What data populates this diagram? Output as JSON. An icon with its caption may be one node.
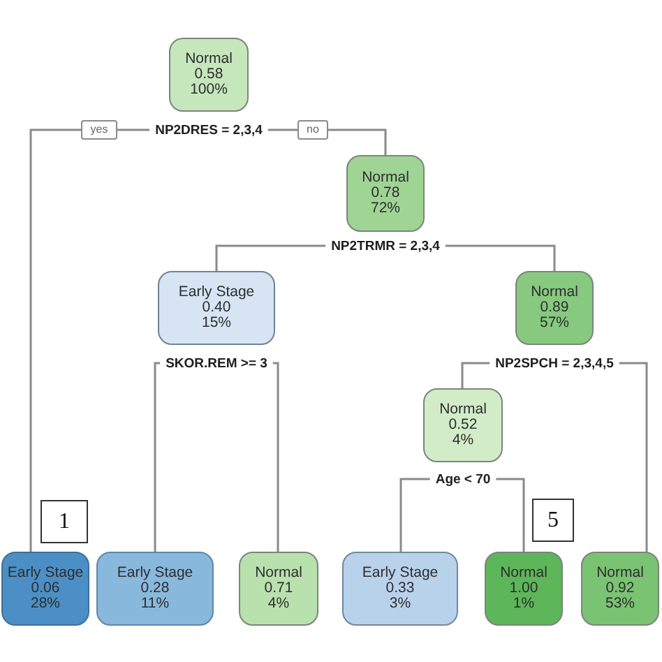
{
  "diagram": {
    "nodes": [
      {
        "text": [
          "Normal",
          "0.58",
          "100%"
        ],
        "beside": [
          "NP2DRES = 2,3,4"
        ]
      },
      {
        "text": [
          "Normal",
          "0.78",
          "72%"
        ],
        "beside": [
          "NP2TRMR = 2,3,4"
        ]
      },
      {
        "text": [
          "Early Stage",
          "0.40",
          "15%"
        ],
        "beside": [
          "SKOR.REM >= 3"
        ]
      },
      {
        "text": [
          "Normal",
          "0.89",
          "57%"
        ],
        "beside": [
          "NP2SPCH = 2,3,4,5"
        ]
      },
      {
        "text": [
          "Normal",
          "0.52",
          "4%"
        ],
        "beside": [
          "Age < 70"
        ]
      },
      {
        "text": [
          "Early Stage",
          "0.06",
          "28%"
        ]
      },
      {
        "text": [
          "Early Stage",
          "0.28",
          "11%"
        ]
      },
      {
        "text": [
          "Normal",
          "0.71",
          "4%"
        ]
      },
      {
        "text": [
          "Early Stage",
          "0.33",
          "3%"
        ]
      },
      {
        "text": [
          "Normal",
          "1.00",
          "1%"
        ]
      },
      {
        "text": [
          "Normal",
          "0.92",
          "53%"
        ]
      }
    ],
    "edges": [
      {
        "from": 0,
        "to": 5,
        "arrow": "none",
        "label": "yes"
      },
      {
        "from": 0,
        "to": 1,
        "arrow": "none",
        "label": "no"
      },
      {
        "from": 1,
        "to": 2,
        "arrow": "none"
      },
      {
        "from": 1,
        "to": 3,
        "arrow": "none"
      },
      {
        "from": 2,
        "to": 6,
        "arrow": "none"
      },
      {
        "from": 2,
        "to": 7,
        "arrow": "none"
      },
      {
        "from": 3,
        "to": 4,
        "arrow": "none"
      },
      {
        "from": 3,
        "to": 10,
        "arrow": "none"
      },
      {
        "from": 4,
        "to": 8,
        "arrow": "none"
      },
      {
        "from": 4,
        "to": 9,
        "arrow": "none"
      }
    ],
    "labels": [
      "1",
      "5"
    ]
  }
}
